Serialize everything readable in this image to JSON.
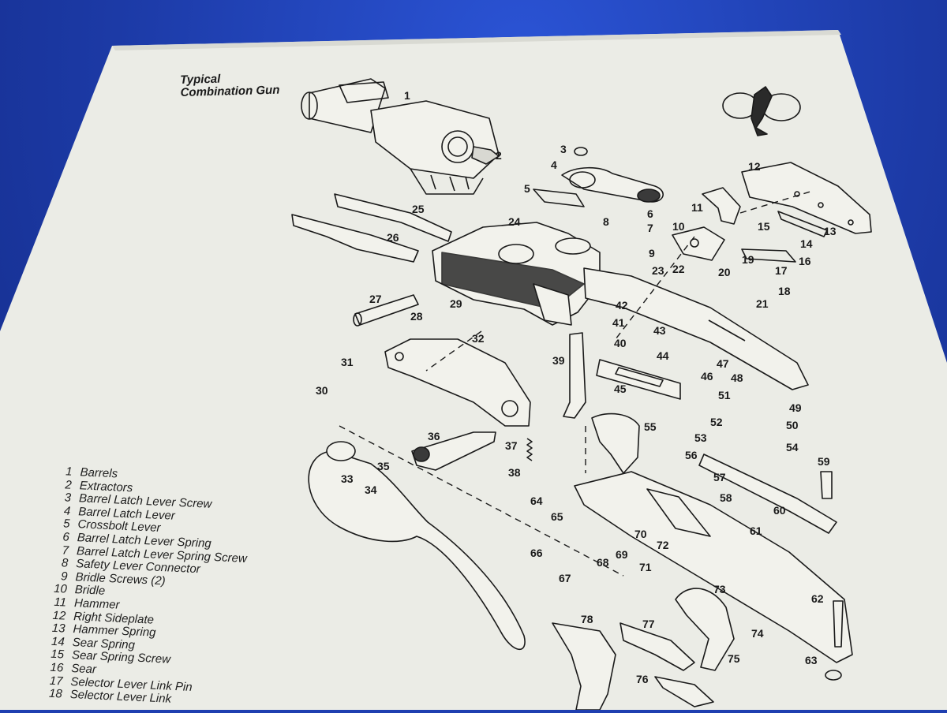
{
  "diagram": {
    "title_line1": "Typical",
    "title_line2": "Combination Gun",
    "legend": [
      {
        "num": "1",
        "label": "Barrels"
      },
      {
        "num": "2",
        "label": "Extractors"
      },
      {
        "num": "3",
        "label": "Barrel Latch Lever Screw"
      },
      {
        "num": "4",
        "label": "Barrel Latch Lever"
      },
      {
        "num": "5",
        "label": "Crossbolt Lever"
      },
      {
        "num": "6",
        "label": "Barrel Latch Lever Spring"
      },
      {
        "num": "7",
        "label": "Barrel Latch Lever Spring Screw"
      },
      {
        "num": "8",
        "label": "Safety Lever Connector"
      },
      {
        "num": "9",
        "label": "Bridle Screws (2)"
      },
      {
        "num": "10",
        "label": "Bridle"
      },
      {
        "num": "11",
        "label": "Hammer"
      },
      {
        "num": "12",
        "label": "Right Sideplate"
      },
      {
        "num": "13",
        "label": "Hammer Spring"
      },
      {
        "num": "14",
        "label": "Sear Spring"
      },
      {
        "num": "15",
        "label": "Sear Spring Screw"
      },
      {
        "num": "16",
        "label": "Sear"
      },
      {
        "num": "17",
        "label": "Selector Lever Link Pin"
      },
      {
        "num": "18",
        "label": "Selector Lever Link"
      }
    ],
    "part_numbers": [
      "1",
      "2",
      "3",
      "4",
      "5",
      "6",
      "7",
      "8",
      "9",
      "10",
      "11",
      "12",
      "13",
      "14",
      "15",
      "16",
      "17",
      "18",
      "19",
      "20",
      "21",
      "22",
      "23",
      "24",
      "25",
      "26",
      "27",
      "28",
      "29",
      "30",
      "31",
      "32",
      "33",
      "34",
      "35",
      "36",
      "37",
      "38",
      "39",
      "40",
      "41",
      "42",
      "43",
      "44",
      "45",
      "46",
      "47",
      "48",
      "49",
      "50",
      "51",
      "52",
      "53",
      "54",
      "55",
      "56",
      "57",
      "58",
      "59",
      "60",
      "61",
      "62",
      "63",
      "64",
      "65",
      "66",
      "67",
      "68",
      "69",
      "70",
      "71",
      "72",
      "73",
      "74",
      "75",
      "76",
      "77",
      "78"
    ]
  },
  "colors": {
    "background": "#1f3fb0",
    "paper": "#ebece6",
    "ink": "#1a1a1a"
  }
}
